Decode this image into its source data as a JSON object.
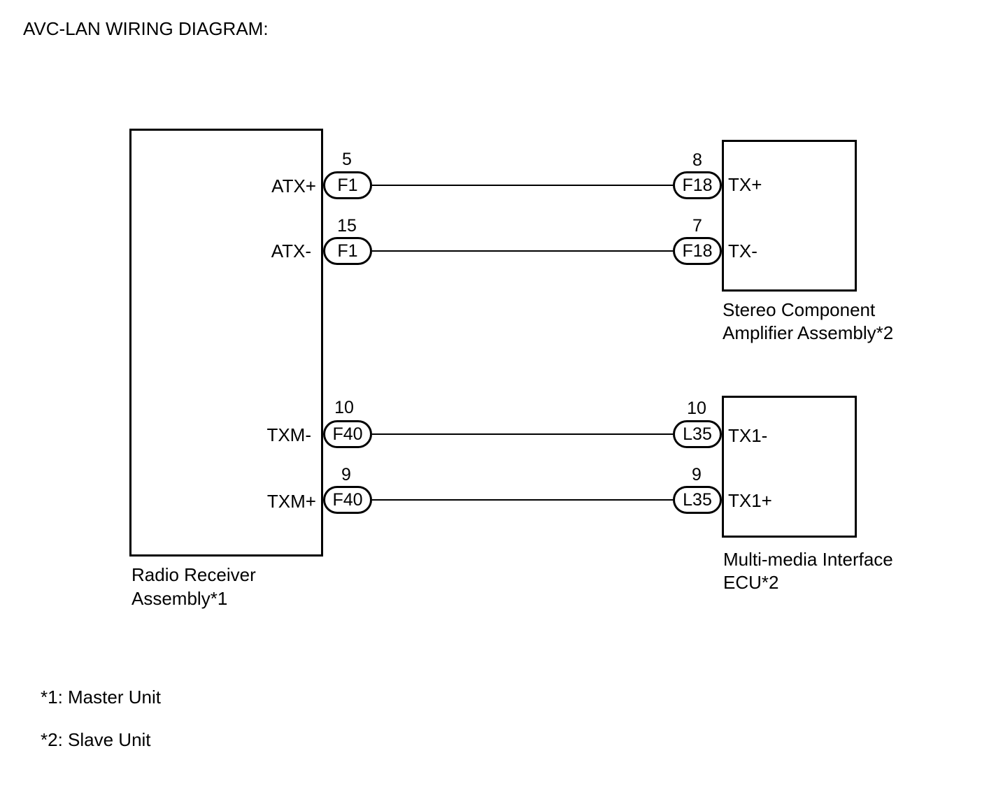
{
  "title": "AVC-LAN WIRING DIAGRAM:",
  "components": {
    "radio": {
      "name_line1": "Radio Receiver",
      "name_line2": "Assembly*1"
    },
    "amplifier": {
      "name_line1": "Stereo Component",
      "name_line2": "Amplifier Assembly*2"
    },
    "mmi": {
      "name_line1": "Multi-media Interface",
      "name_line2": "ECU*2"
    }
  },
  "wires": [
    {
      "left_terminal": "ATX+",
      "left_pin": "5",
      "left_connector": "F1",
      "right_pin": "8",
      "right_connector": "F18",
      "right_terminal": "TX+"
    },
    {
      "left_terminal": "ATX-",
      "left_pin": "15",
      "left_connector": "F1",
      "right_pin": "7",
      "right_connector": "F18",
      "right_terminal": "TX-"
    },
    {
      "left_terminal": "TXM-",
      "left_pin": "10",
      "left_connector": "F40",
      "right_pin": "10",
      "right_connector": "L35",
      "right_terminal": "TX1-"
    },
    {
      "left_terminal": "TXM+",
      "left_pin": "9",
      "left_connector": "F40",
      "right_pin": "9",
      "right_connector": "L35",
      "right_terminal": "TX1+"
    }
  ],
  "notes": [
    "*1: Master Unit",
    "*2: Slave Unit"
  ]
}
